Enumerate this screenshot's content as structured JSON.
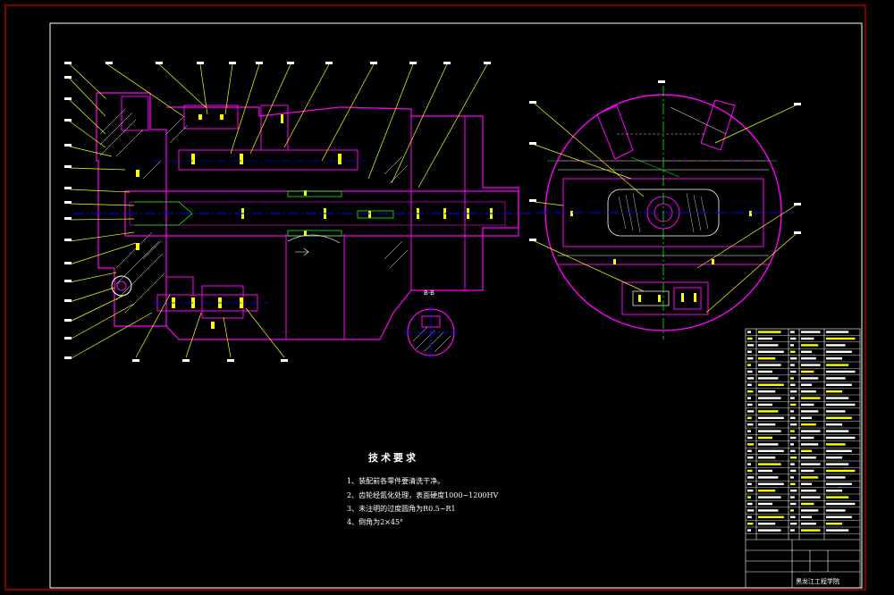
{
  "technical_requirements": {
    "title": "技术要求",
    "items": [
      "1、装配前各零件要清洗干净。",
      "2、齿轮经氮化处理，表面硬度1000~1200HV",
      "3、未注明的过度圆角为R0.5~R1",
      "4、倒角为2×45°"
    ]
  },
  "section_label": "B-B",
  "title_block": {
    "school": "黑龙江工程学院"
  },
  "colors": {
    "background": "#000000",
    "frame": "#ff0000",
    "outline": "#ff00ff",
    "center_line": "#0000ff",
    "leader": "#ffff00",
    "dimension": "#00ff00",
    "hatch": "#ffffff",
    "cyan": "#00ffff"
  }
}
